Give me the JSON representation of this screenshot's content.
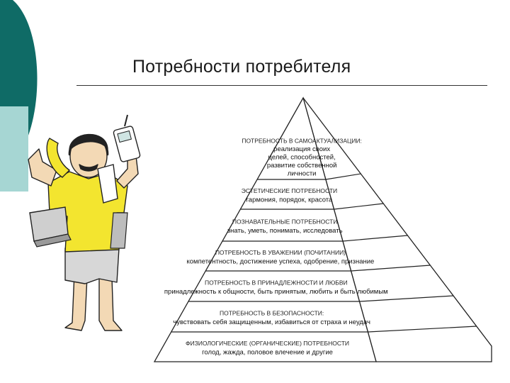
{
  "slide": {
    "title": "Потребности потребителя"
  },
  "pyramid": {
    "levels": [
      {
        "heading": "ПОТРЕБНОСТЬ В САМОАКТУАЛИЗАЦИИ:",
        "lines": [
          "реализация своих",
          "целей, способностей,",
          "развитие собственной",
          "личности"
        ]
      },
      {
        "heading": "ЭСТЕТИЧЕСКИЕ ПОТРЕБНОСТИ",
        "lines": [
          "гармония, порядок, красота"
        ]
      },
      {
        "heading": "ПОЗНАВАТЕЛЬНЫЕ ПОТРЕБНОСТИ",
        "lines": [
          "знать, уметь, понимать, исследовать"
        ]
      },
      {
        "heading": "ПОТРЕБНОСТЬ В УВАЖЕНИИ (ПОЧИТАНИИ)",
        "lines": [
          "компетентность, достижение успеха, одобрение, признание"
        ]
      },
      {
        "heading": "ПОТРЕБНОСТЬ В ПРИНАДЛЕЖНОСТИ И ЛЮБВИ",
        "lines": [
          "принадлежность к общности, быть принятым, любить и быть любимым"
        ]
      },
      {
        "heading": "ПОТРЕБНОСТЬ В БЕЗОПАСНОСТИ:",
        "lines": [
          "чувствовать себя защищенным, избавиться от страха и неудач"
        ]
      },
      {
        "heading": "ФИЗИОЛОГИЧЕСКИЕ (ОРГАНИЧЕСКИЕ) ПОТРЕБНОСТИ",
        "lines": [
          "голод, жажда, половое влечение и другие"
        ]
      }
    ]
  },
  "colors": {
    "accent_teal": "#0f6b66",
    "accent_light_teal": "#a6d6d3",
    "shirt_yellow": "#f3e52f",
    "outline": "#222222"
  },
  "icons": [
    "person-illustration",
    "phone-icon",
    "mobile-phone-icon",
    "laptop-icon",
    "papers-icon"
  ]
}
